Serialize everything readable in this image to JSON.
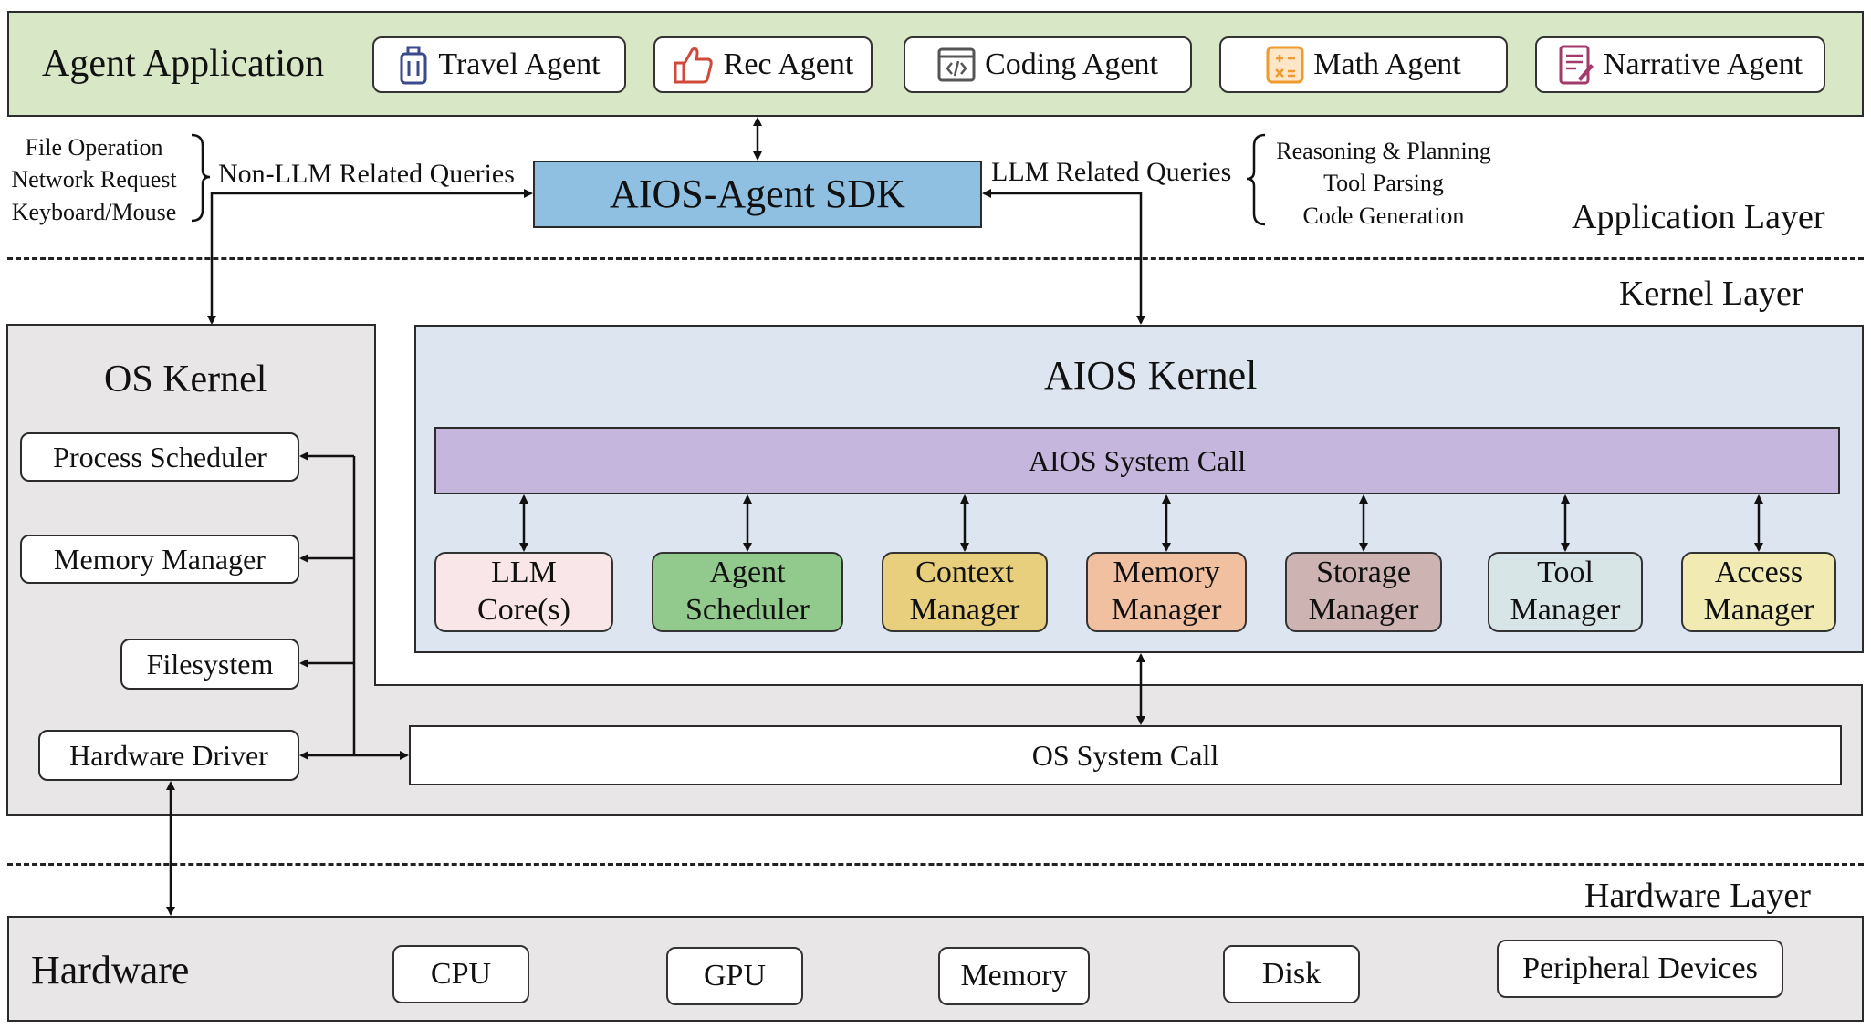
{
  "agent_application": {
    "title": "Agent Application",
    "agents": [
      {
        "label": "Travel Agent",
        "icon": "luggage-icon"
      },
      {
        "label": "Rec Agent",
        "icon": "thumbs-up-icon"
      },
      {
        "label": "Coding Agent",
        "icon": "code-window-icon"
      },
      {
        "label": "Math Agent",
        "icon": "calculator-icon"
      },
      {
        "label": "Narrative Agent",
        "icon": "document-pen-icon"
      }
    ]
  },
  "sdk": {
    "label": "AIOS-Agent SDK",
    "non_llm_queries_label": "Non-LLM Related Queries",
    "llm_queries_label": "LLM Related Queries",
    "non_llm_items": [
      "File Operation",
      "Network Request",
      "Keyboard/Mouse"
    ],
    "llm_items": [
      "Reasoning & Planning",
      "Tool Parsing",
      "Code Generation"
    ]
  },
  "layers": {
    "application": "Application Layer",
    "kernel": "Kernel Layer",
    "hardware": "Hardware Layer"
  },
  "os_kernel": {
    "title": "OS Kernel",
    "components": [
      "Process Scheduler",
      "Memory Manager",
      "Filesystem",
      "Hardware Driver"
    ],
    "system_call": "OS System Call"
  },
  "aios_kernel": {
    "title": "AIOS Kernel",
    "system_call": "AIOS System Call",
    "modules": [
      {
        "line1": "LLM",
        "line2": "Core(s)",
        "color": "#f8e6e8"
      },
      {
        "line1": "Agent",
        "line2": "Scheduler",
        "color": "#92c98c"
      },
      {
        "line1": "Context",
        "line2": "Manager",
        "color": "#e8cf7e"
      },
      {
        "line1": "Memory",
        "line2": "Manager",
        "color": "#f1c0a0"
      },
      {
        "line1": "Storage",
        "line2": "Manager",
        "color": "#cdb3b1"
      },
      {
        "line1": "Tool",
        "line2": "Manager",
        "color": "#d8e5e6"
      },
      {
        "line1": "Access",
        "line2": "Manager",
        "color": "#f1eab3"
      }
    ]
  },
  "hardware": {
    "title": "Hardware",
    "items": [
      "CPU",
      "GPU",
      "Memory",
      "Disk",
      "Peripheral Devices"
    ]
  },
  "colors": {
    "agent_app_bg": "#d8e8c7",
    "sdk_bg": "#8fc0e2",
    "kernel_region_bg": "#e8e6e6",
    "aios_kernel_bg": "#dde5f1",
    "aios_syscall_bg": "#c4b6dc",
    "hardware_bg": "#e8e6e6"
  }
}
